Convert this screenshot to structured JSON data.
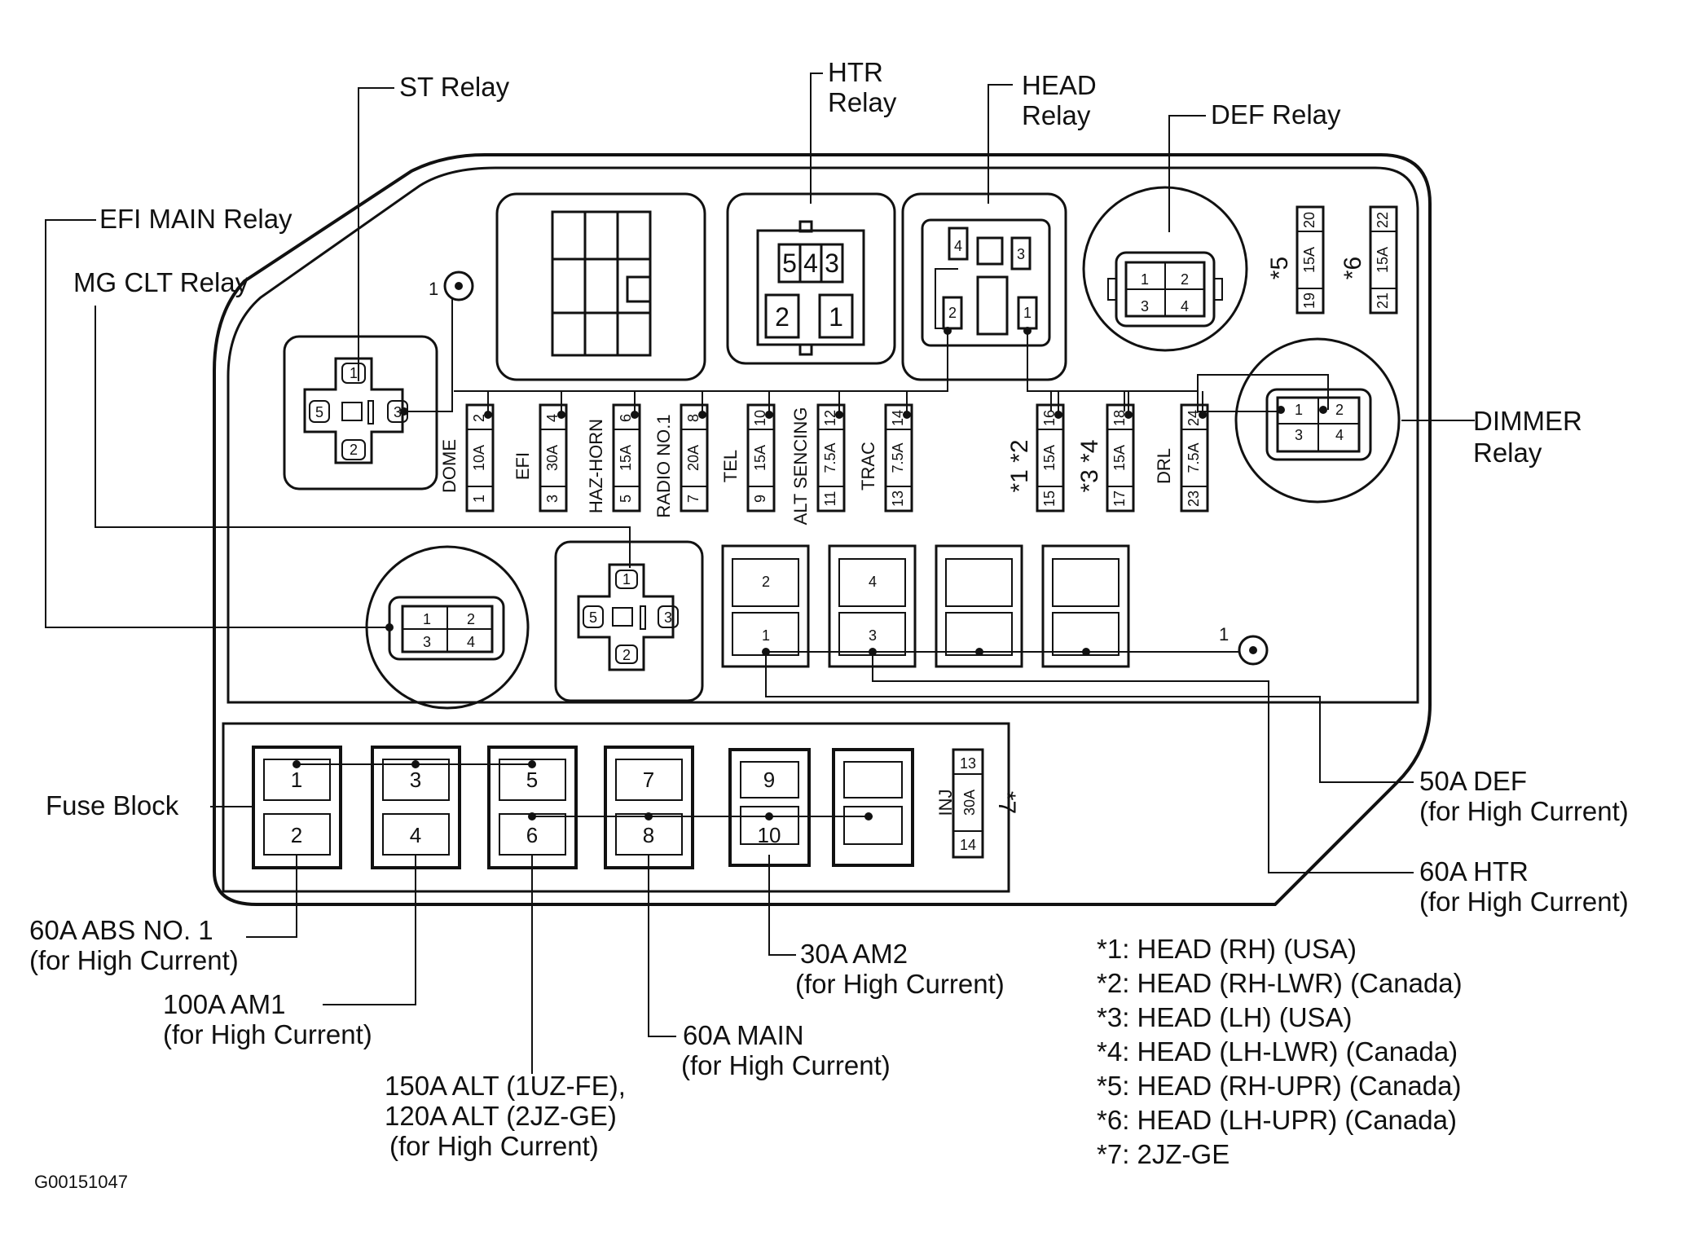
{
  "relays": {
    "st": "ST Relay",
    "htr_1": "HTR",
    "htr_2": "Relay",
    "head_1": "HEAD",
    "head_2": "Relay",
    "def": "DEF Relay",
    "efi_main": "EFI MAIN Relay",
    "mg_clt": "MG CLT Relay",
    "dimmer_1": "DIMMER",
    "dimmer_2": "Relay"
  },
  "fuse_block_label": "Fuse Block",
  "fuses": [
    {
      "name": "DOME",
      "amp": "10A",
      "pin_top": "2",
      "pin_bottom": "1"
    },
    {
      "name": "EFI",
      "amp": "30A",
      "pin_top": "4",
      "pin_bottom": "3"
    },
    {
      "name": "HAZ-HORN",
      "amp": "15A",
      "pin_top": "6",
      "pin_bottom": "5"
    },
    {
      "name": "RADIO NO.1",
      "amp": "20A",
      "pin_top": "8",
      "pin_bottom": "7"
    },
    {
      "name": "TEL",
      "amp": "15A",
      "pin_top": "10",
      "pin_bottom": "9"
    },
    {
      "name": "ALT SENCING",
      "amp": "7.5A",
      "pin_top": "12",
      "pin_bottom": "11"
    },
    {
      "name": "TRAC",
      "amp": "7.5A",
      "pin_top": "14",
      "pin_bottom": "13"
    },
    {
      "name": "*1 *2",
      "amp": "15A",
      "pin_top": "16",
      "pin_bottom": "15"
    },
    {
      "name": "*3 *4",
      "amp": "15A",
      "pin_top": "18",
      "pin_bottom": "17"
    },
    {
      "name": "DRL",
      "amp": "7.5A",
      "pin_top": "24",
      "pin_bottom": "23"
    },
    {
      "name": "*5",
      "amp": "15A",
      "pin_top": "20",
      "pin_bottom": "19"
    },
    {
      "name": "*6",
      "amp": "15A",
      "pin_top": "22",
      "pin_bottom": "21"
    }
  ],
  "inj_fuse": {
    "name": "INJ",
    "amp": "30A",
    "pin_top": "13",
    "pin_bottom": "14",
    "note": "*7"
  },
  "htr_pins": [
    "5",
    "4",
    "3",
    "2",
    "1"
  ],
  "head_pins": [
    "4",
    "3",
    "2",
    "1"
  ],
  "relay_pins_4": [
    "1",
    "2",
    "3",
    "4"
  ],
  "cross_relay_pins": [
    "1",
    "5",
    "3",
    "2"
  ],
  "ground_label": "1",
  "upper_fusible_pins": [
    "2",
    "1",
    "4",
    "3"
  ],
  "big_fuse_pins": [
    "1",
    "2",
    "3",
    "4",
    "5",
    "6",
    "7",
    "8",
    "9",
    "10"
  ],
  "callouts": {
    "def_50a_1": "50A DEF",
    "def_50a_2": "(for High Current)",
    "htr_60a_1": "60A HTR",
    "htr_60a_2": "(for High Current)",
    "abs_1": "60A ABS NO. 1",
    "abs_2": "(for High Current)",
    "am1_1": "100A AM1",
    "am1_2": "(for High Current)",
    "alt_1": "150A ALT (1UZ-FE),",
    "alt_2": "120A ALT (2JZ-GE)",
    "alt_3": "(for High Current)",
    "main_1": "60A MAIN",
    "main_2": "(for High Current)",
    "am2_1": "30A AM2",
    "am2_2": "(for High Current)"
  },
  "notes": [
    "*1: HEAD (RH) (USA)",
    "*2: HEAD (RH-LWR) (Canada)",
    "*3: HEAD (LH) (USA)",
    "*4: HEAD (LH-LWR) (Canada)",
    "*5: HEAD (RH-UPR) (Canada)",
    "*6: HEAD (LH-UPR) (Canada)",
    "*7: 2JZ-GE"
  ],
  "figure_code": "G00151047"
}
